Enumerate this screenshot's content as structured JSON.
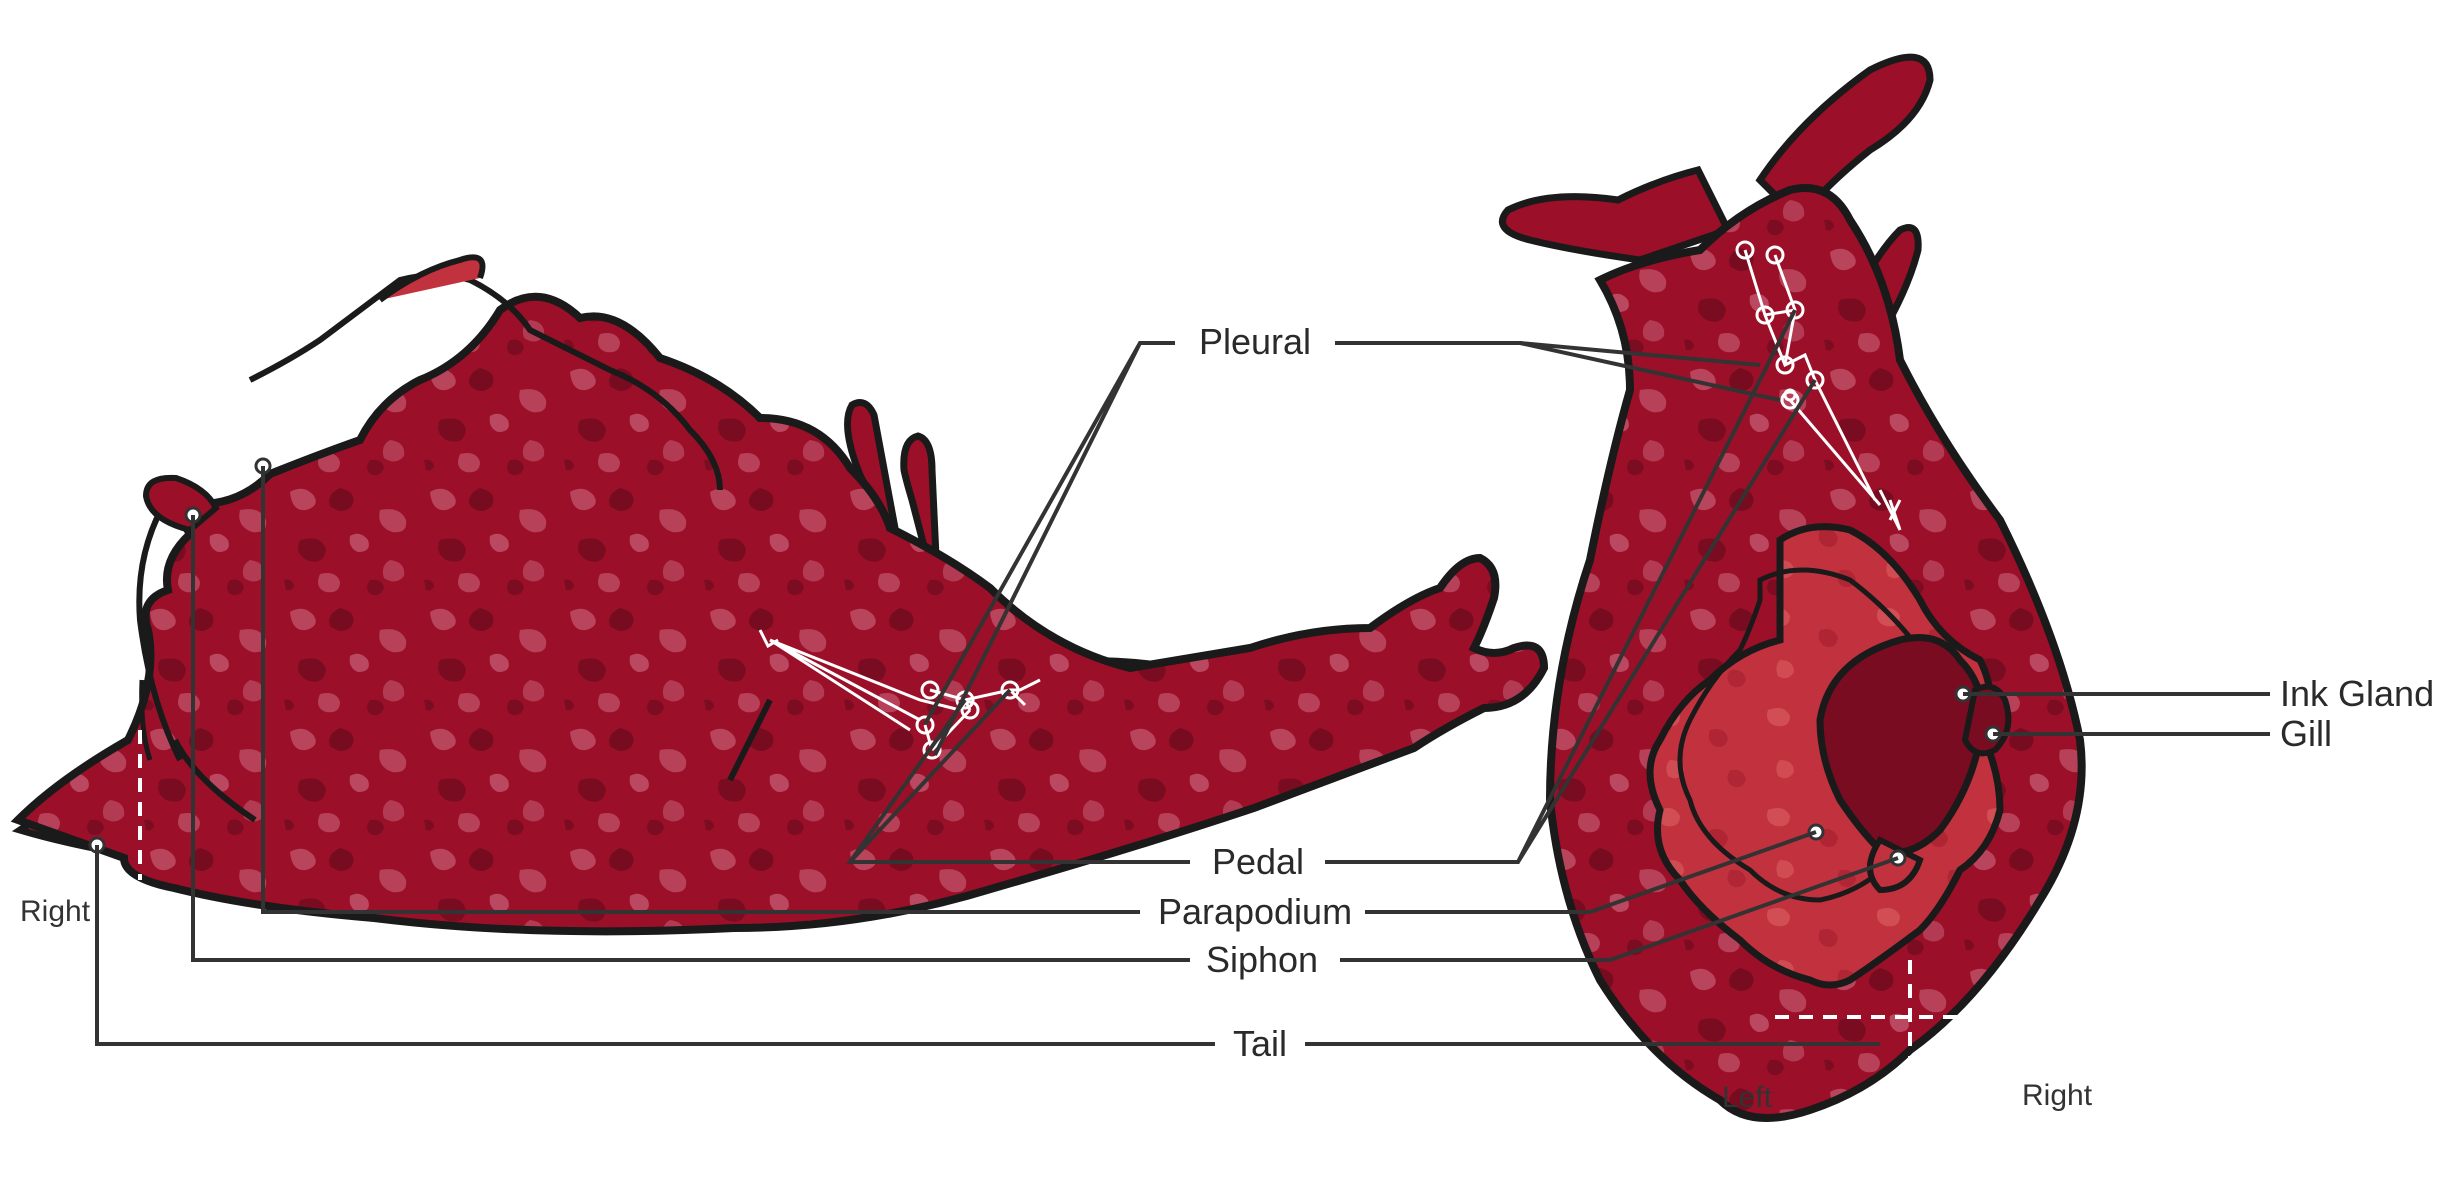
{
  "labels": {
    "pleural": "Pleural",
    "pedal": "Pedal",
    "parapodium": "Parapodium",
    "siphon": "Siphon",
    "tail": "Tail",
    "ink_gland": "Ink Gland",
    "gill": "Gill"
  },
  "orientation": {
    "side_right": "Right",
    "top_left": "Left",
    "top_right": "Right"
  },
  "colors": {
    "body": "#9b1028",
    "body_dark": "#7a0c22",
    "mottle_light": "#c2566e",
    "mottle_dark": "#6e0a1e",
    "mantle": "#c2323e",
    "ink_gland": "#7a0c22",
    "outline": "#1a1a1a",
    "leader": "#333333",
    "ganglia": "#ffffff"
  }
}
